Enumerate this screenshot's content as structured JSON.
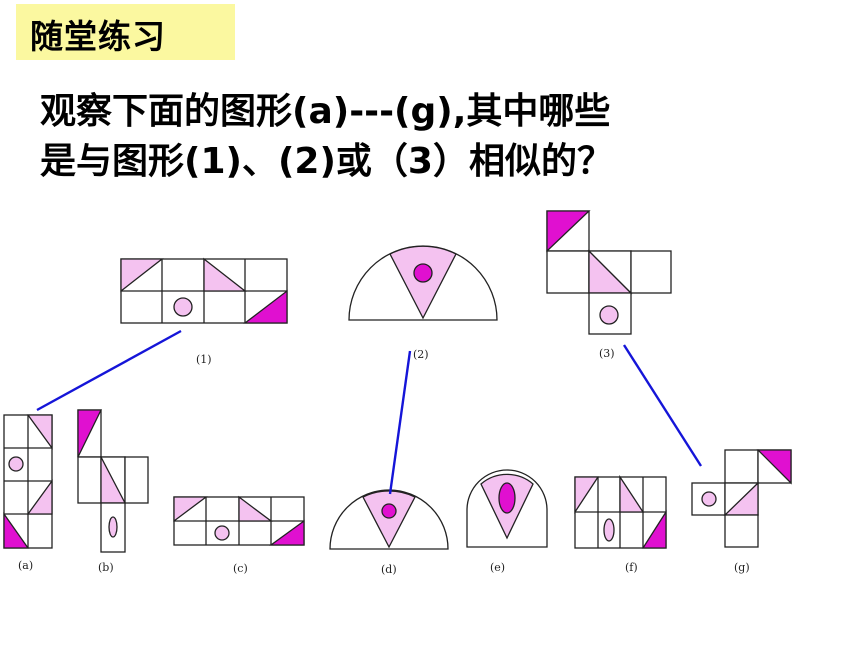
{
  "title": "随堂练习",
  "question": {
    "line1": "观察下面的图形(a)---(g),其中哪些",
    "line2": "是与图形(1)、(2)或（3）相似的？"
  },
  "labels": {
    "fig1": "(1)",
    "fig2": "(2)",
    "fig3": "(3)",
    "a": "(a)",
    "b": "(b)",
    "c": "(c)",
    "d": "(d)",
    "e": "(e)",
    "f": "(f)",
    "g": "(g)"
  },
  "colors": {
    "title_bg": "#fbf8a0",
    "light_pink": "#f4c2f0",
    "magenta": "#e010d0",
    "connector": "#1515d8"
  },
  "matches": [
    {
      "from": "(1)",
      "to": "(a)"
    },
    {
      "from": "(2)",
      "to": "(d)"
    },
    {
      "from": "(3)",
      "to": "(g)"
    }
  ]
}
